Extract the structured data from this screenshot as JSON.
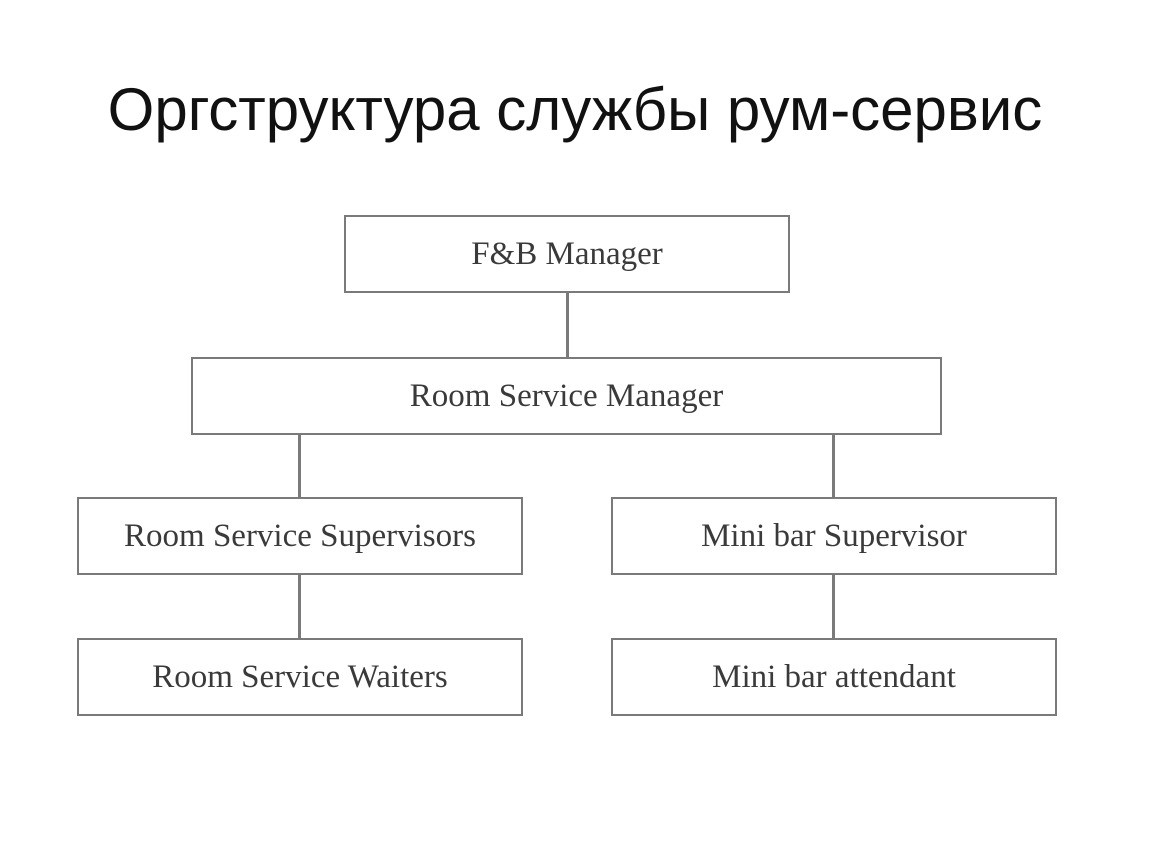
{
  "title": "Оргструктура службы рум-сервис",
  "colors": {
    "box_border": "#7a7a7a",
    "box_text": "#3a3a3a",
    "title_text": "#111111",
    "background": "#ffffff"
  },
  "nodes": {
    "fb_manager": "F&B Manager",
    "room_service_manager": "Room Service Manager",
    "room_service_supervisors": "Room Service Supervisors",
    "mini_bar_supervisor": "Mini bar Supervisor",
    "room_service_waiters": "Room Service Waiters",
    "mini_bar_attendant": "Mini bar attendant"
  }
}
